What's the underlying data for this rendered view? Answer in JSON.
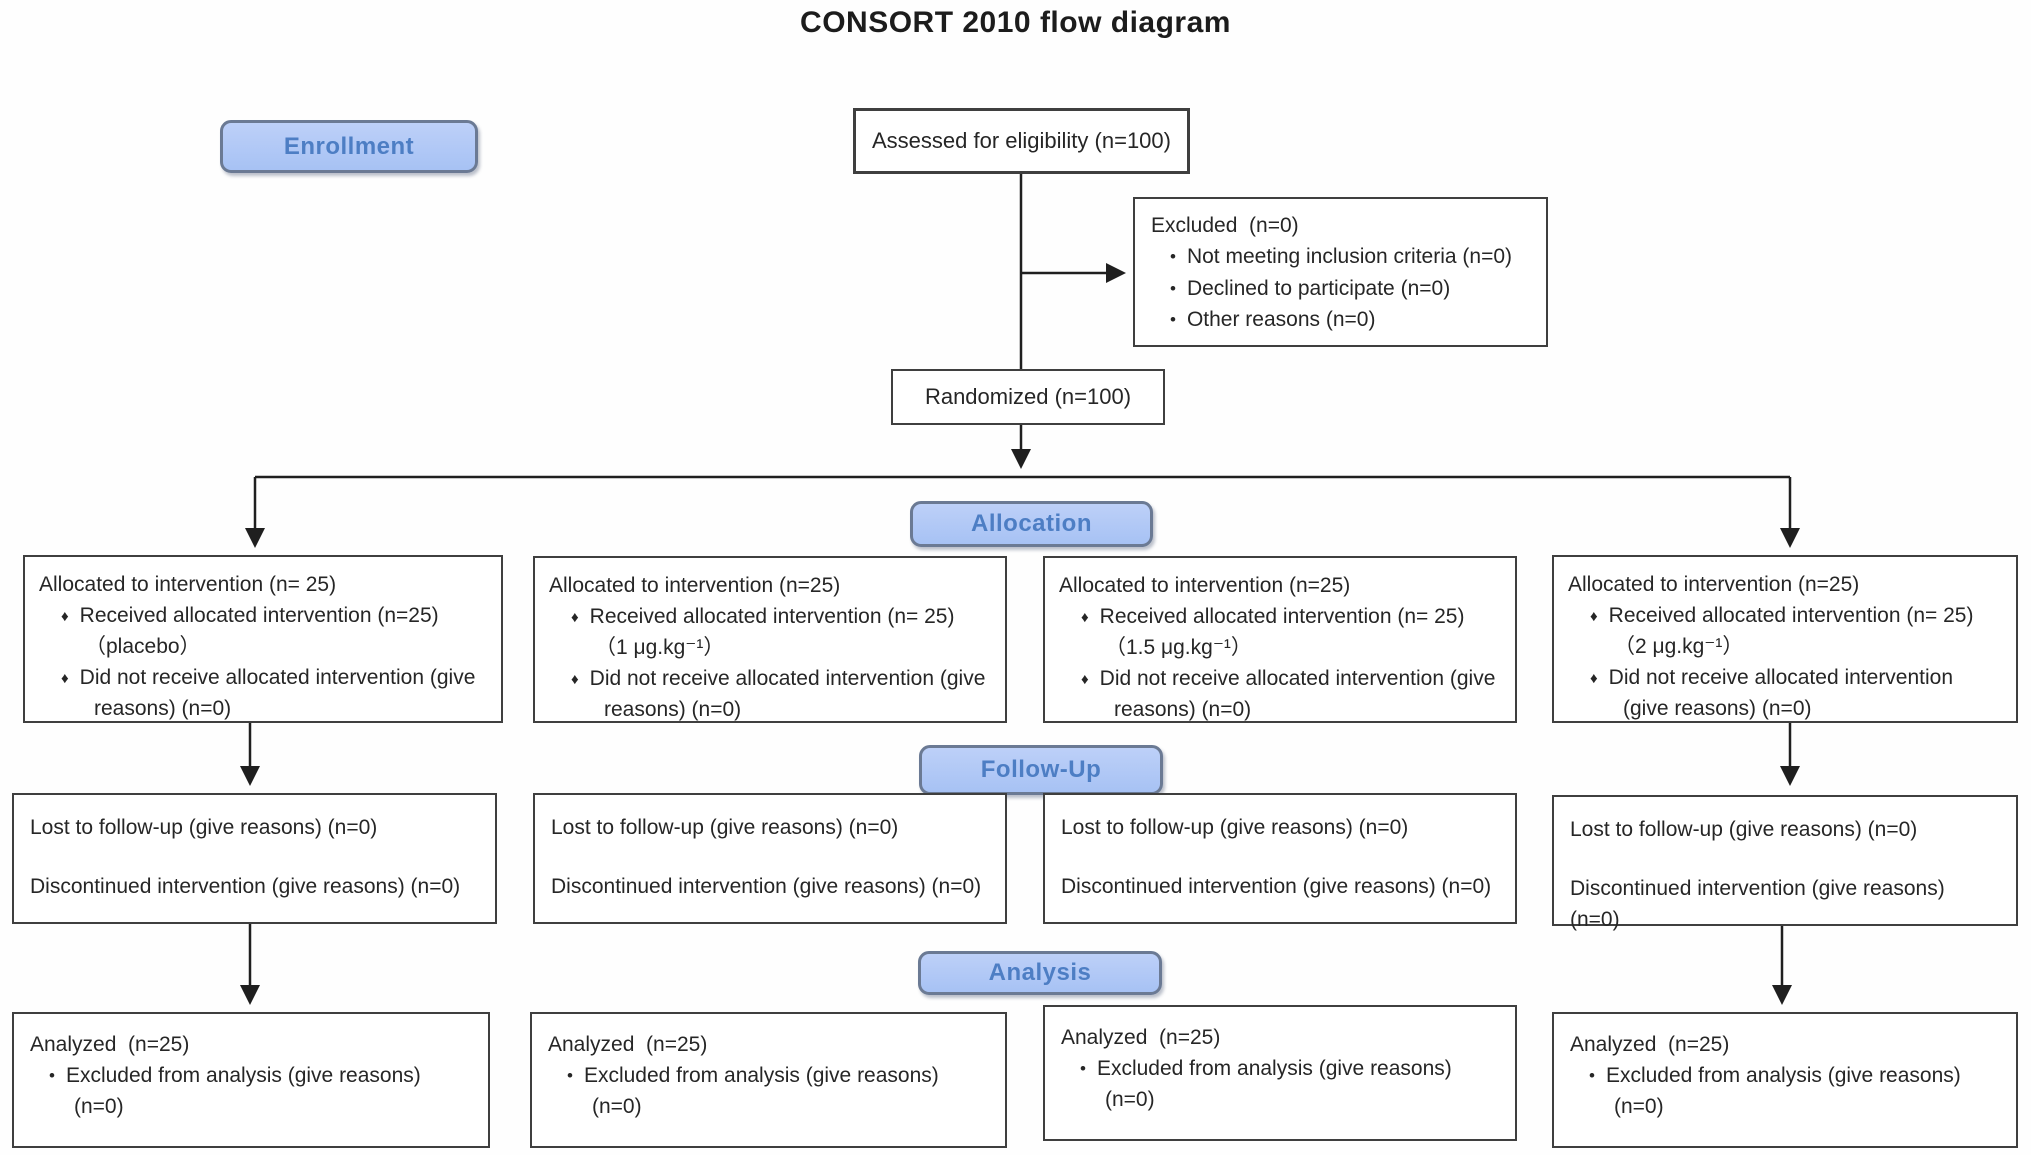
{
  "title": "CONSORT 2010 flow diagram",
  "badges": {
    "enrollment": "Enrollment",
    "allocation": "Allocation",
    "followup": "Follow-Up",
    "analysis": "Analysis"
  },
  "eligibility": {
    "assessed": "Assessed for eligibility (n=100)",
    "excluded": {
      "title": "Excluded  (n=0)",
      "bullet": "•",
      "items": [
        "Not meeting inclusion criteria (n=0)",
        "Declined to participate (n=0)",
        "Other reasons (n=0)"
      ]
    },
    "randomized": "Randomized (n=100)"
  },
  "allocation_boxes": [
    {
      "title": "Allocated to intervention (n= 25)",
      "bullet": "♦",
      "received": "Received allocated intervention (n=25)",
      "dose": "（placebo）",
      "not_received": "Did not receive allocated intervention (give reasons) (n=0)"
    },
    {
      "title": "Allocated to intervention (n=25)",
      "bullet": "♦",
      "received": "Received allocated intervention (n= 25)",
      "dose": "（1 μg.kg⁻¹）",
      "not_received": "Did not receive allocated intervention (give reasons) (n=0)"
    },
    {
      "title": "Allocated to intervention (n=25)",
      "bullet": "♦",
      "received": "Received allocated intervention (n= 25)",
      "dose": "（1.5 μg.kg⁻¹）",
      "not_received": "Did not receive allocated intervention (give reasons) (n=0)"
    },
    {
      "title": "Allocated to intervention (n=25)",
      "bullet": "♦",
      "received": "Received allocated intervention (n= 25)",
      "dose": "（2 μg.kg⁻¹）",
      "not_received": "Did not receive allocated intervention (give reasons) (n=0)"
    }
  ],
  "followup_boxes": [
    {
      "lost": "Lost to follow-up (give reasons) (n=0)",
      "discontinued": "Discontinued intervention (give reasons) (n=0)"
    },
    {
      "lost": "Lost to follow-up (give reasons) (n=0)",
      "discontinued": "Discontinued intervention (give reasons) (n=0)"
    },
    {
      "lost": "Lost to follow-up (give reasons) (n=0)",
      "discontinued": "Discontinued intervention (give reasons) (n=0)"
    },
    {
      "lost": "Lost to follow-up (give reasons) (n=0)",
      "discontinued": "Discontinued intervention (give reasons) (n=0)"
    }
  ],
  "analysis_boxes": [
    {
      "title": "Analyzed  (n=25)",
      "bullet": "•",
      "excluded": "Excluded from analysis (give reasons) (n=0)"
    },
    {
      "title": "Analyzed  (n=25)",
      "bullet": "•",
      "excluded": "Excluded from analysis (give reasons) (n=0)"
    },
    {
      "title": "Analyzed  (n=25)",
      "bullet": "•",
      "excluded": "Excluded from analysis (give reasons) (n=0)"
    },
    {
      "title": "Analyzed  (n=25)",
      "bullet": "•",
      "excluded": "Excluded from analysis (give reasons) (n=0)"
    }
  ],
  "colors": {
    "background": "#fefefe",
    "text": "#262626",
    "box_border": "#3f3f3f",
    "connector": "#1f1f1f",
    "badge_fill_top": "#bdd0f8",
    "badge_fill_bottom": "#a7c2f4",
    "badge_border": "#6b7a94",
    "badge_text": "#4d7ec4"
  }
}
